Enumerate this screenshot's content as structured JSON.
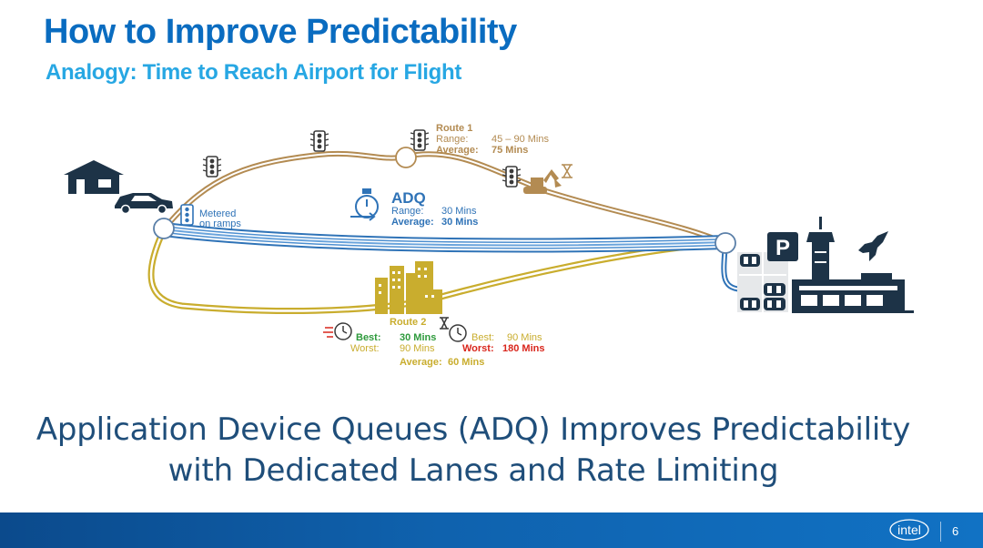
{
  "slide": {
    "title": "How to Improve Predictability",
    "subtitle": "Analogy: Time to Reach Airport for Flight",
    "conclusion_line1": "Application Device Queues (ADQ) Improves Predictability",
    "conclusion_line2": "with Dedicated Lanes and Rate Limiting",
    "page_number": "6",
    "logo_text": "intel"
  },
  "diagram": {
    "metered": {
      "line1": "Metered",
      "line2": "on ramps"
    },
    "route1": {
      "title": "Route 1",
      "range_label": "Range:",
      "range_value": "45 – 90 Mins",
      "average_label": "Average:",
      "average_value": "75 Mins"
    },
    "adq": {
      "title": "ADQ",
      "range_label": "Range:",
      "range_value": "30 Mins",
      "average_label": "Average:",
      "average_value": "30 Mins"
    },
    "route2": {
      "title": "Route 2",
      "left_best_label": "Best:",
      "left_best_value": "30 Mins",
      "left_worst_label": "Worst:",
      "left_worst_value": "90 Mins",
      "right_best_label": "Best:",
      "right_best_value": "90 Mins",
      "right_worst_label": "Worst:",
      "right_worst_value": "180 Mins",
      "average_label": "Average:",
      "average_value": "60 Mins"
    },
    "parking_letter": "P"
  },
  "colors": {
    "title": "#0a6cc0",
    "subtitle": "#27a7e3",
    "route1": "#b38b52",
    "route2": "#c9ad2e",
    "adq": "#2f73b7",
    "dark_icon": "#1d3347",
    "best_green": "#2e9a3c",
    "worst_red": "#d9261c"
  },
  "icons": [
    "house-icon",
    "car-icon",
    "traffic-light-icon",
    "hourglass-icon",
    "excavator-icon",
    "stopwatch-icon",
    "buildings-icon",
    "parking-sign-icon",
    "control-tower-icon",
    "airplane-icon",
    "airport-terminal-icon",
    "intel-logo"
  ]
}
